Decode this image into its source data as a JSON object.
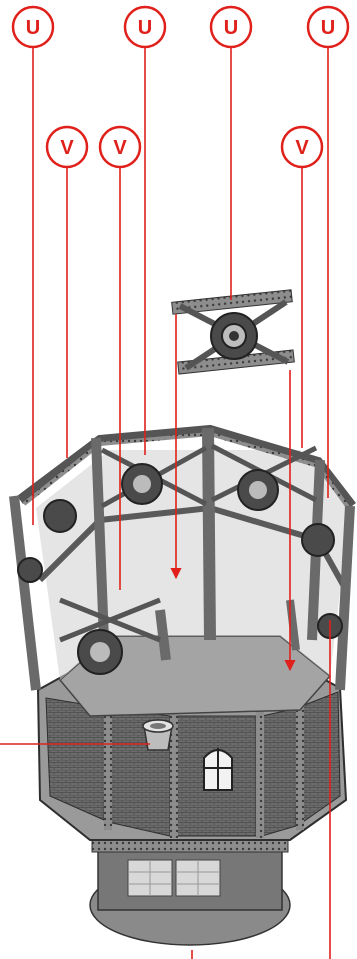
{
  "callouts": [
    {
      "id": "u1",
      "label": "U"
    },
    {
      "id": "u2",
      "label": "U"
    },
    {
      "id": "u3",
      "label": "U"
    },
    {
      "id": "u4",
      "label": "U"
    },
    {
      "id": "v1",
      "label": "V"
    },
    {
      "id": "v2",
      "label": "V"
    },
    {
      "id": "v3",
      "label": "V"
    }
  ],
  "colors": {
    "callout": "#e0201b",
    "model_dark": "#3a3a3a",
    "model_mid": "#7a7a7a",
    "model_light": "#b8b8b8"
  },
  "parts": [
    "panel-frame",
    "tower-base",
    "lantern-cage",
    "chimney-pot",
    "window"
  ]
}
